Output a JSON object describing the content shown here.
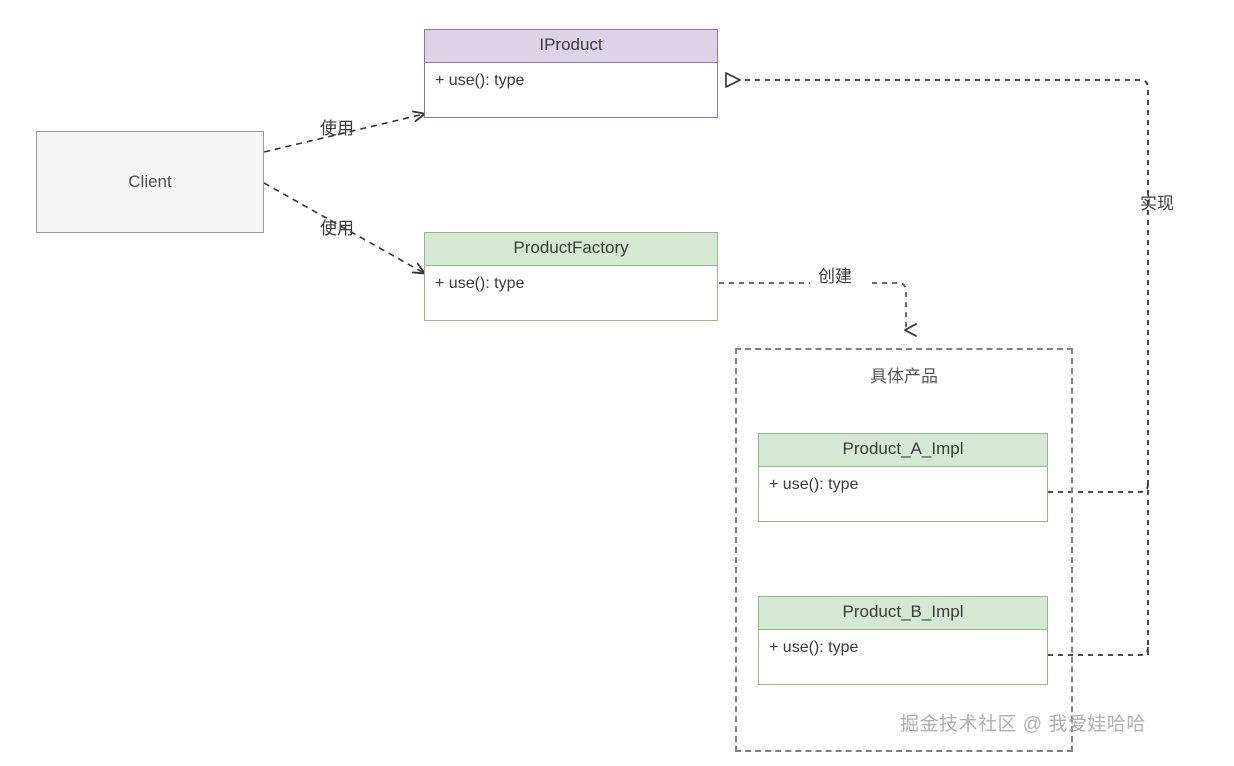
{
  "diagram": {
    "title": "Factory Pattern UML Class Diagram",
    "colors": {
      "interface_header": "#ddd3e8",
      "interface_border": "#9673a6",
      "class_header": "#d5e8d4",
      "class_border": "#97b98a",
      "plain_fill": "#f5f5f5",
      "plain_border": "#999999",
      "edge": "#4d4d4d",
      "group_border": "#808080",
      "text": "#3b3b3b",
      "watermark": "#b0b0b0"
    }
  },
  "nodes": {
    "client": {
      "label": "Client"
    },
    "iproduct": {
      "title": "IProduct",
      "members": [
        "+ use(): type"
      ]
    },
    "product_factory": {
      "title": "ProductFactory",
      "members": [
        "+ use(): type"
      ]
    },
    "product_a": {
      "title": "Product_A_Impl",
      "members": [
        "+ use(): type"
      ]
    },
    "product_b": {
      "title": "Product_B_Impl",
      "members": [
        "+ use(): type"
      ]
    }
  },
  "group": {
    "title": "具体产品"
  },
  "edges": {
    "client_to_iproduct": {
      "label": "使用",
      "kind": "dependency"
    },
    "client_to_factory": {
      "label": "使用",
      "kind": "dependency"
    },
    "factory_to_products": {
      "label": "创建",
      "kind": "create"
    },
    "impl_to_iproduct": {
      "label": "实现",
      "kind": "realization"
    }
  },
  "watermark": {
    "text": "掘金技术社区 @ 我爱娃哈哈"
  }
}
